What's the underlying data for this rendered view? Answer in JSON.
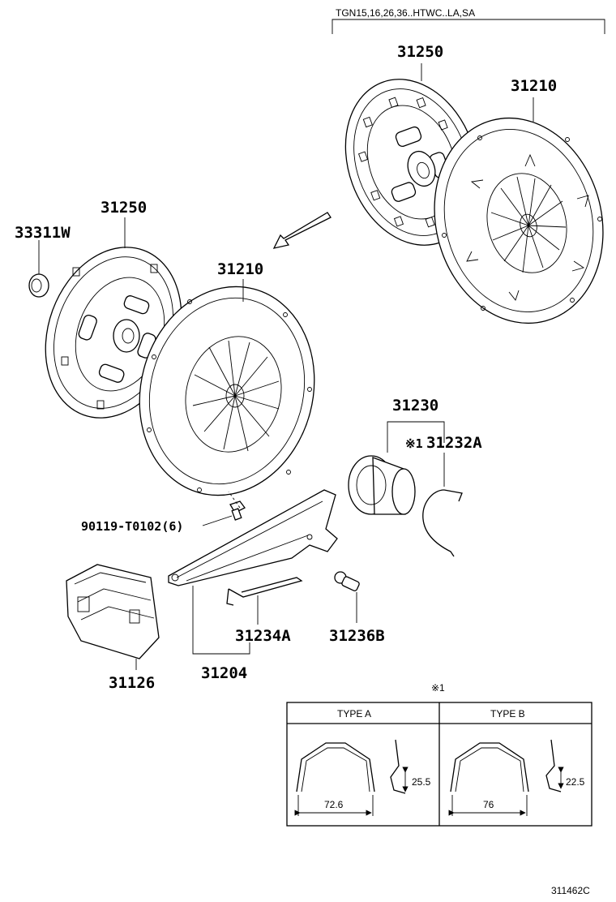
{
  "header_note": "TGN15,16,26,36..HTWC..LA,SA",
  "diagram_id": "311462C",
  "parts": {
    "disc_upper": "31250",
    "cover_upper": "31210",
    "disc_lower": "31250",
    "cover_lower": "31210",
    "pilot_bearing": "33311W",
    "release_bearing_hub": "31230",
    "clip_mark": "※1",
    "clip": "31232A",
    "bolt": "90119-T0102(6)",
    "boot": "31126",
    "fork_assembly": "31204",
    "fork_spring": "31234A",
    "pivot_stud": "31236B"
  },
  "detail": {
    "mark": "※1",
    "type_a": {
      "label": "TYPE A",
      "width": "72.6",
      "height": "25.5"
    },
    "type_b": {
      "label": "TYPE B",
      "width": "76",
      "height": "22.5"
    }
  }
}
